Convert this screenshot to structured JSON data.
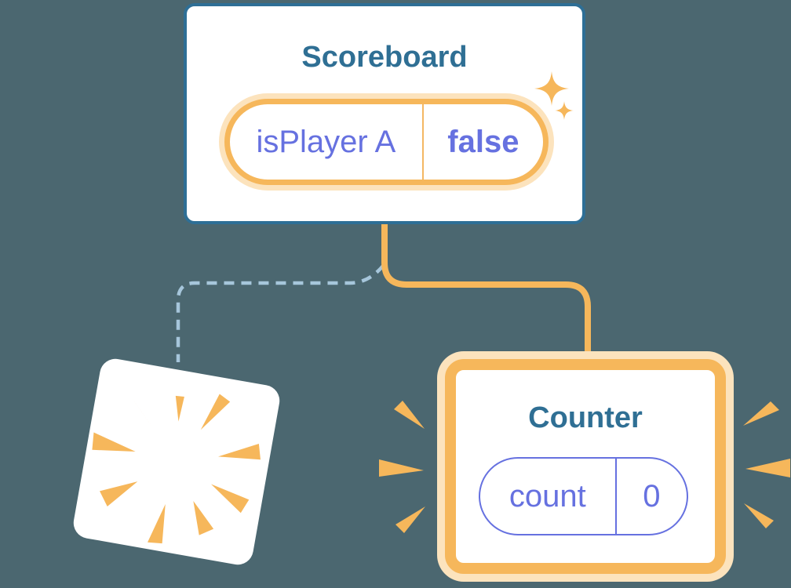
{
  "diagram": {
    "scoreboard": {
      "title": "Scoreboard",
      "state_pill": {
        "name": "isPlayer A",
        "value": "false"
      }
    },
    "counter": {
      "title": "Counter",
      "state_pill": {
        "name": "count",
        "value": "0"
      }
    },
    "icons": {
      "sparkles": "sparkles-icon",
      "poof": "poof-burst-icon",
      "emphasis_rays": "emphasis-rays-icon"
    },
    "colors": {
      "background": "#4B6770",
      "card": "#FFFFFF",
      "blue": "#2F6F94",
      "orange": "#F6B75B",
      "orange_glow": "#FCE3BD",
      "purple": "#6671E0",
      "dashed_blue": "#A6C6DB"
    }
  }
}
